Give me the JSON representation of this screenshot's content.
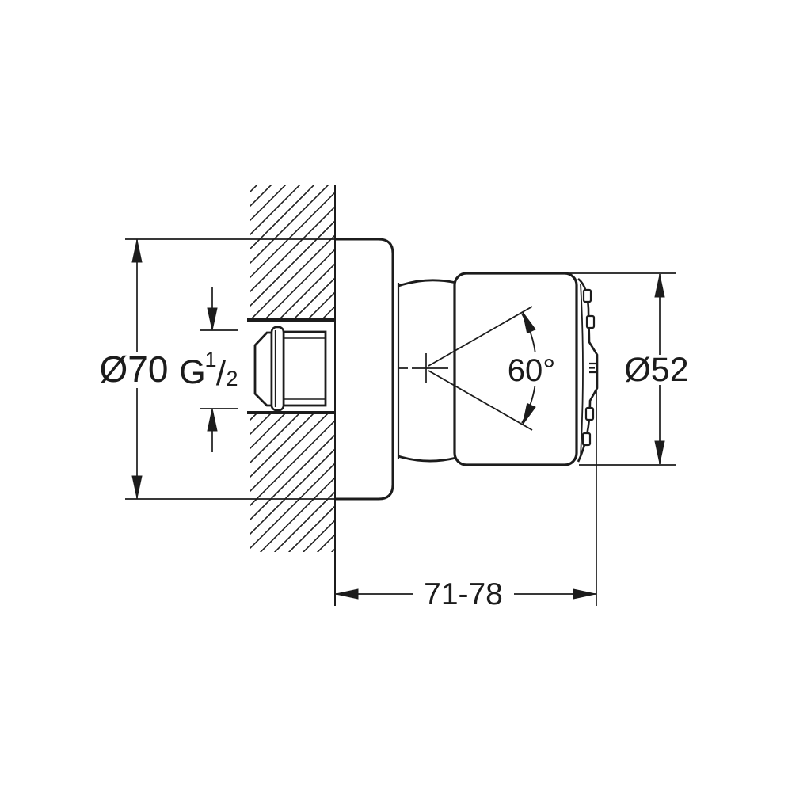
{
  "page": {
    "background_color": "#ffffff",
    "line_color": "#1c1c1c"
  },
  "drawing": {
    "description": "Technical dimension drawing, side section view of a wall-mounted shower body spray",
    "labels": {
      "flange_diameter": "Ø70",
      "thread_g": "G",
      "thread_numerator": "1",
      "thread_slash": "/",
      "thread_denominator": "2",
      "spray_angle": "60°",
      "head_diameter": "Ø52",
      "wall_to_front_depth": "71-78"
    }
  }
}
